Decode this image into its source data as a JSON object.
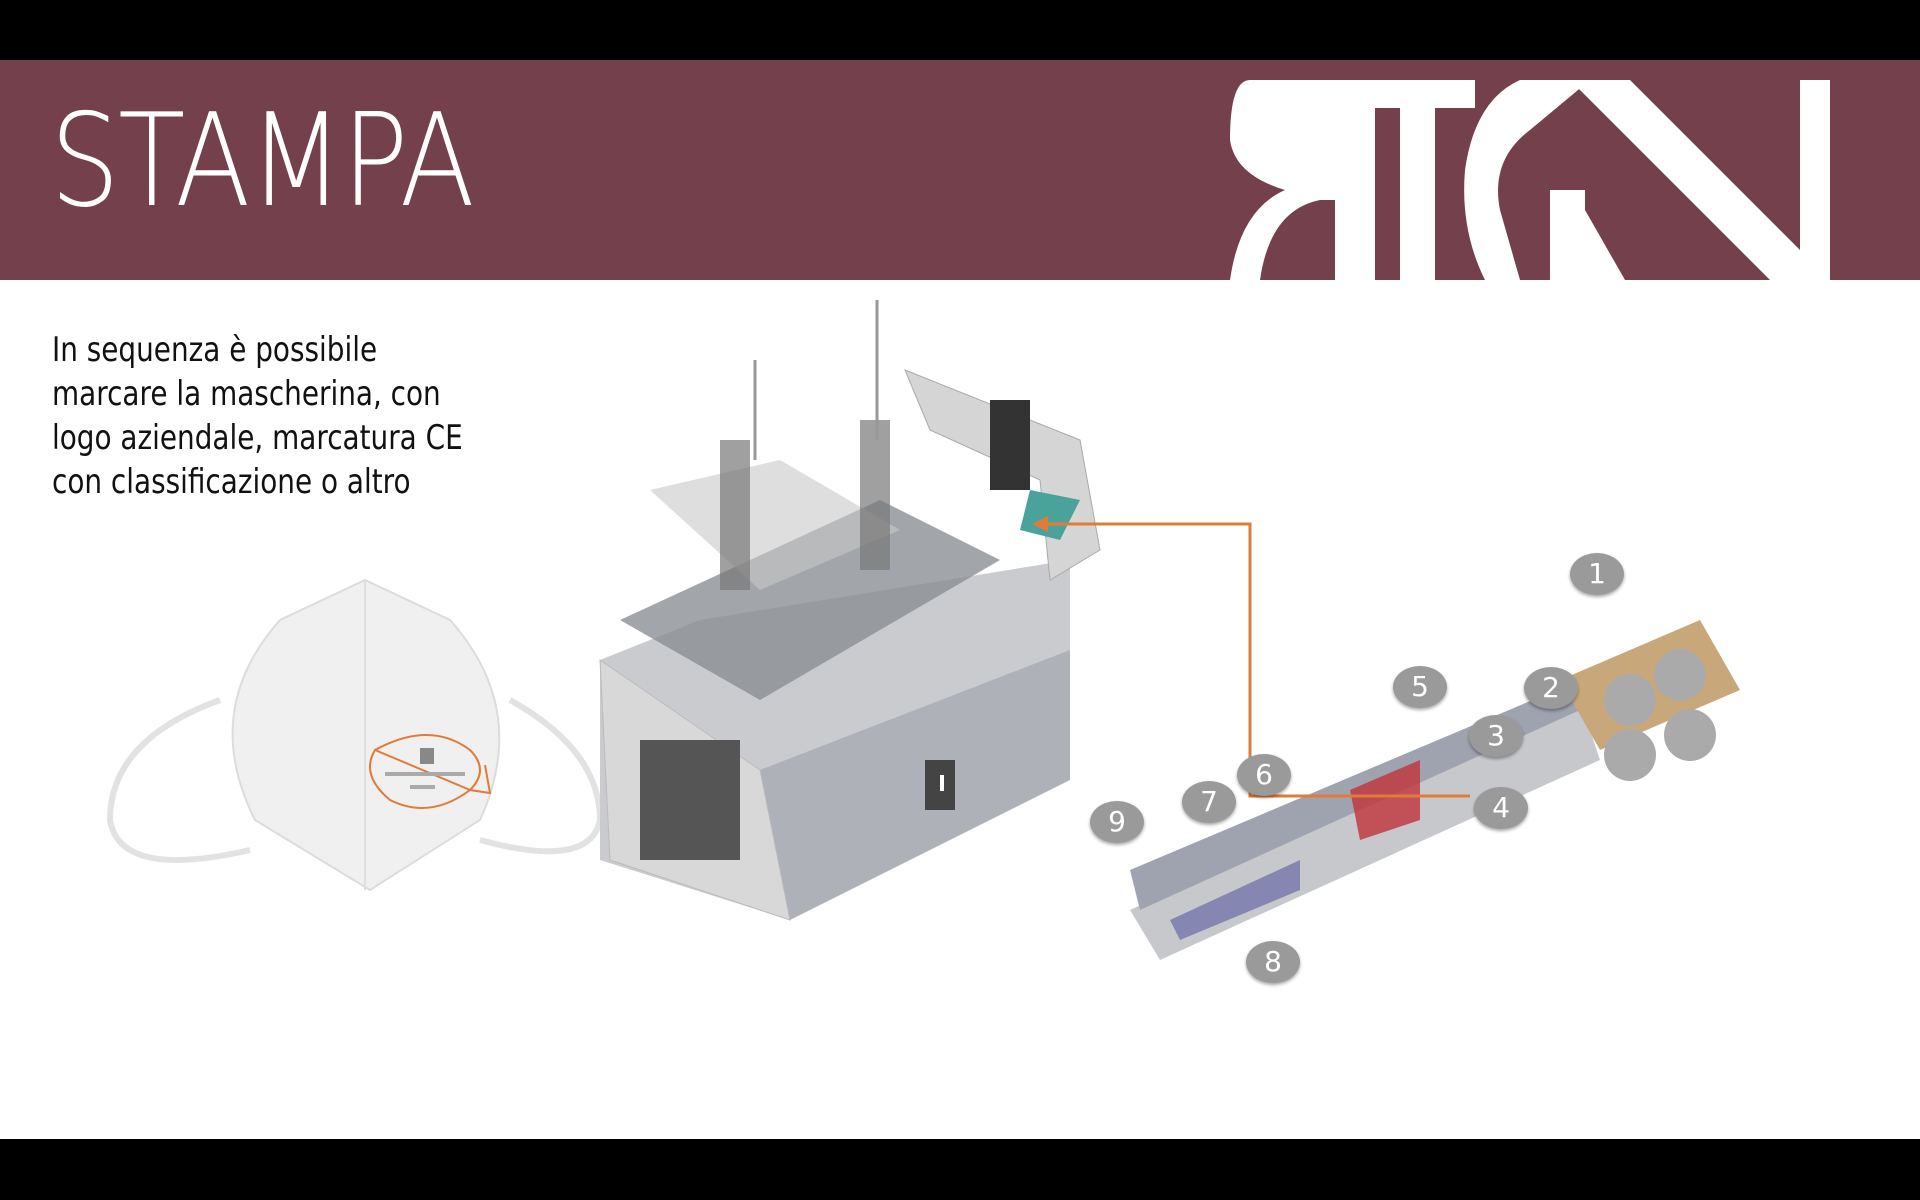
{
  "header": {
    "title": "STAMPA",
    "logo_name": "logo"
  },
  "description": {
    "lines": [
      "In sequenza è possibile",
      "marcare la mascherina, con",
      "logo aziendale, marcatura CE",
      "con classificazione o altro"
    ]
  },
  "callout_color": "#e07b39",
  "brand_color": "#74404b",
  "stations": [
    "1",
    "2",
    "3",
    "4",
    "5",
    "6",
    "7",
    "8",
    "9"
  ]
}
